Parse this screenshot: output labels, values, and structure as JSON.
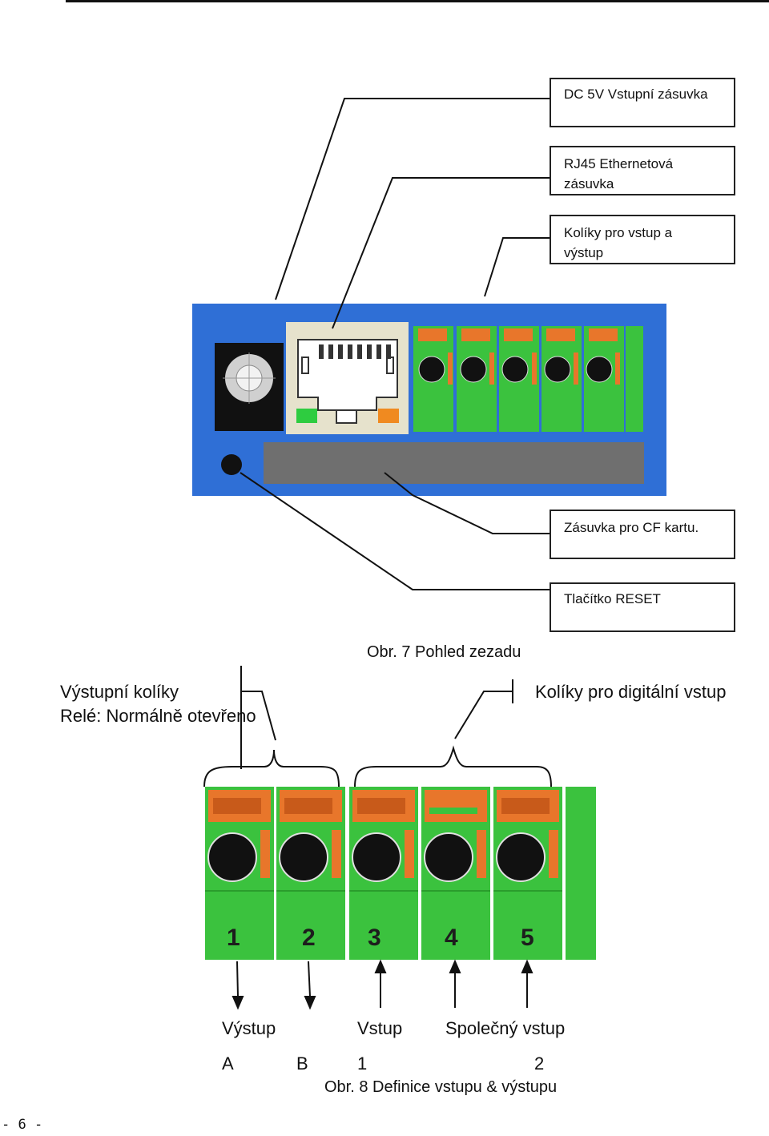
{
  "callouts": {
    "dc_input": "DC 5V Vstupní zásuvka",
    "rj45": "RJ45 Ethernetová zásuvka",
    "io_pins": "Kolíky pro vstup a výstup",
    "cf_slot": "Zásuvka pro CF kartu.",
    "reset": "Tlačítko RESET"
  },
  "figure7_caption": "Obr. 7 Pohled zezadu",
  "output_pins_label": [
    "Výstupní kolíky",
    "Relé: Normálně otevřeno"
  ],
  "digital_input_label": "Kolíky pro digitální vstup",
  "terminal_numbers": [
    "1",
    "2",
    "3",
    "4",
    "5"
  ],
  "bottom_labels": {
    "output": "Výstup",
    "input": "Vstup",
    "common": "Společný vstup",
    "a": "A",
    "b": "B",
    "one": "1",
    "two": "2"
  },
  "figure8_caption": "Obr. 8 Definice vstupu & výstupu",
  "page_number": "- 6 -",
  "colors": {
    "panel_blue": "#2f6fd6",
    "terminal_green": "#3bc23e",
    "terminal_orange": "#e8762b",
    "cf_slot_gray": "#6f6f6f",
    "led_green": "#2ecc40",
    "led_orange": "#f08a20"
  }
}
